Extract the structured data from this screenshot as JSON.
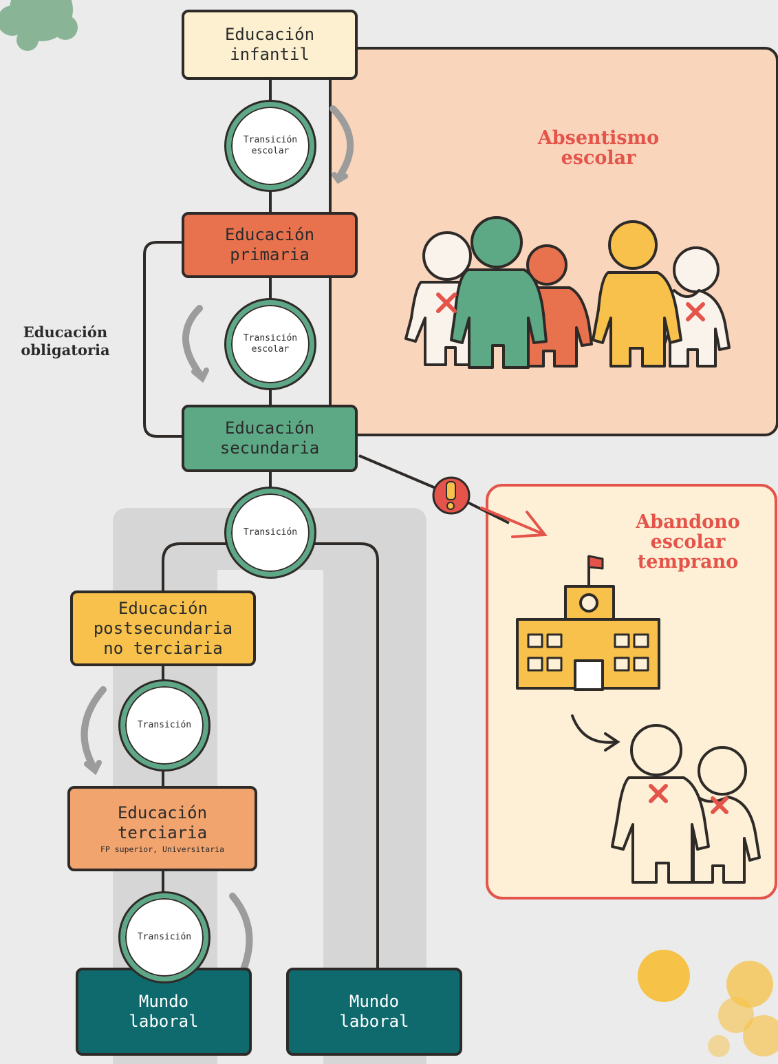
{
  "colors": {
    "background": "#ebebeb",
    "outline": "#2e2a28",
    "infantil": "#fdf0d0",
    "primaria": "#e8714e",
    "secundaria": "#5ea985",
    "postsecundaria": "#f7c14b",
    "terciaria": "#f2a46f",
    "laboral": "#0f6a6e",
    "absentismo_panel": "#f9d5bc",
    "abandono_panel": "#fdf0d6",
    "accent_red": "#e4544a",
    "transition_ring": "#5fa887"
  },
  "nodes": {
    "infantil": {
      "line1": "Educación",
      "line2": "infantil"
    },
    "primaria": {
      "line1": "Educación",
      "line2": "primaria"
    },
    "secundaria": {
      "line1": "Educación",
      "line2": "secundaria"
    },
    "postsecundaria": {
      "line1": "Educación",
      "line2": "postsecundaria",
      "line3": "no terciaria"
    },
    "terciaria": {
      "line1": "Educación",
      "line2": "terciaria",
      "note": "FP superior, Universitaria"
    },
    "laboral_left": {
      "line1": "Mundo",
      "line2": "laboral"
    },
    "laboral_right": {
      "line1": "Mundo",
      "line2": "laboral"
    }
  },
  "transitions": {
    "t1": {
      "line1": "Transición",
      "line2": "escolar"
    },
    "t2": {
      "line1": "Transición",
      "line2": "escolar"
    },
    "t3": {
      "line1": "Transición"
    },
    "t4": {
      "line1": "Transición"
    },
    "t5": {
      "line1": "Transición"
    }
  },
  "side_label": {
    "line1": "Educación",
    "line2": "obligatoria"
  },
  "absentismo": {
    "line1": "Absentismo",
    "line2": "escolar"
  },
  "abandono": {
    "line1": "Abandono",
    "line2": "escolar",
    "line3": "temprano"
  },
  "icons": {
    "warning": "exclamation-in-red-circle",
    "school": "school-building",
    "people": "group-of-children",
    "mark": "red-x"
  }
}
